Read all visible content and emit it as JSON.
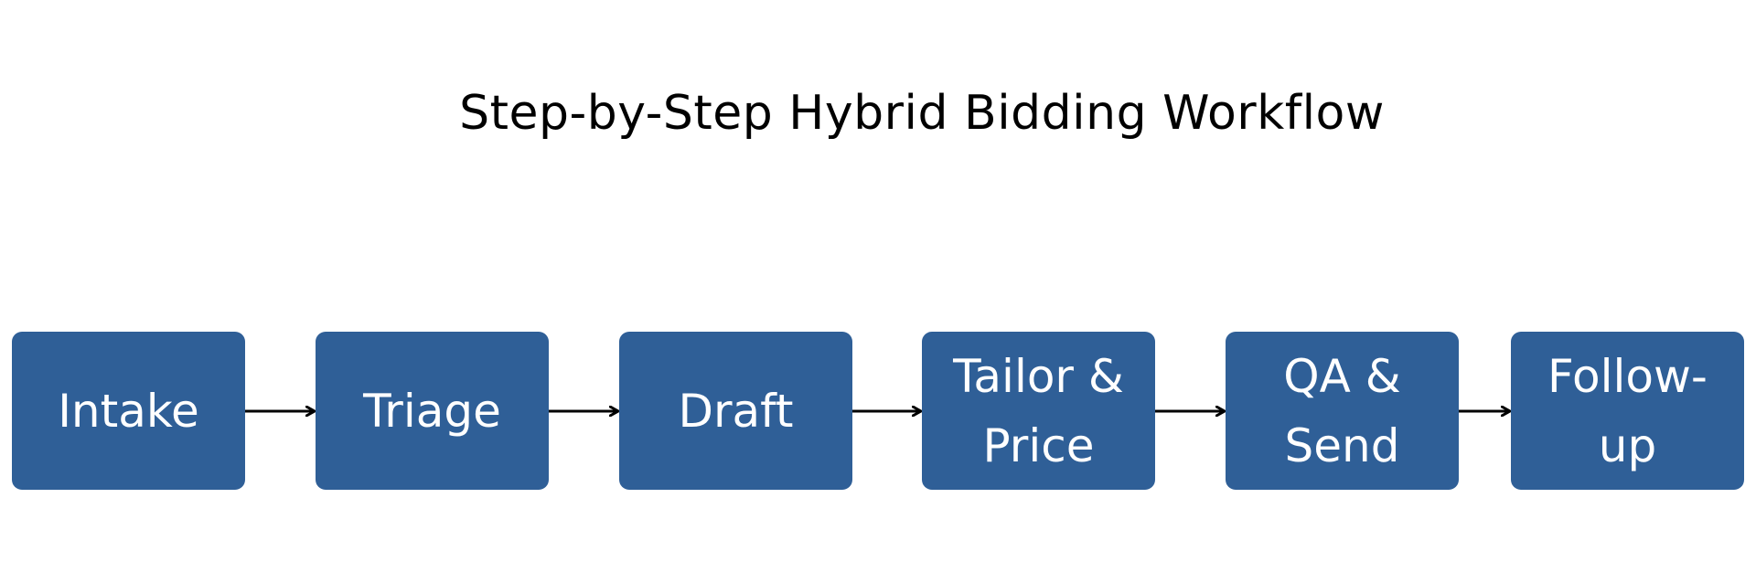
{
  "diagram": {
    "title": "Step-by-Step Hybrid Bidding Workflow",
    "box_color": "#2f5f97",
    "text_color": "#ffffff",
    "arrow_color": "#000000",
    "steps": [
      {
        "label": "Intake"
      },
      {
        "label": "Triage"
      },
      {
        "label": "Draft"
      },
      {
        "label": "Tailor & Price"
      },
      {
        "label": "QA & Send"
      },
      {
        "label": "Follow-up"
      }
    ]
  }
}
